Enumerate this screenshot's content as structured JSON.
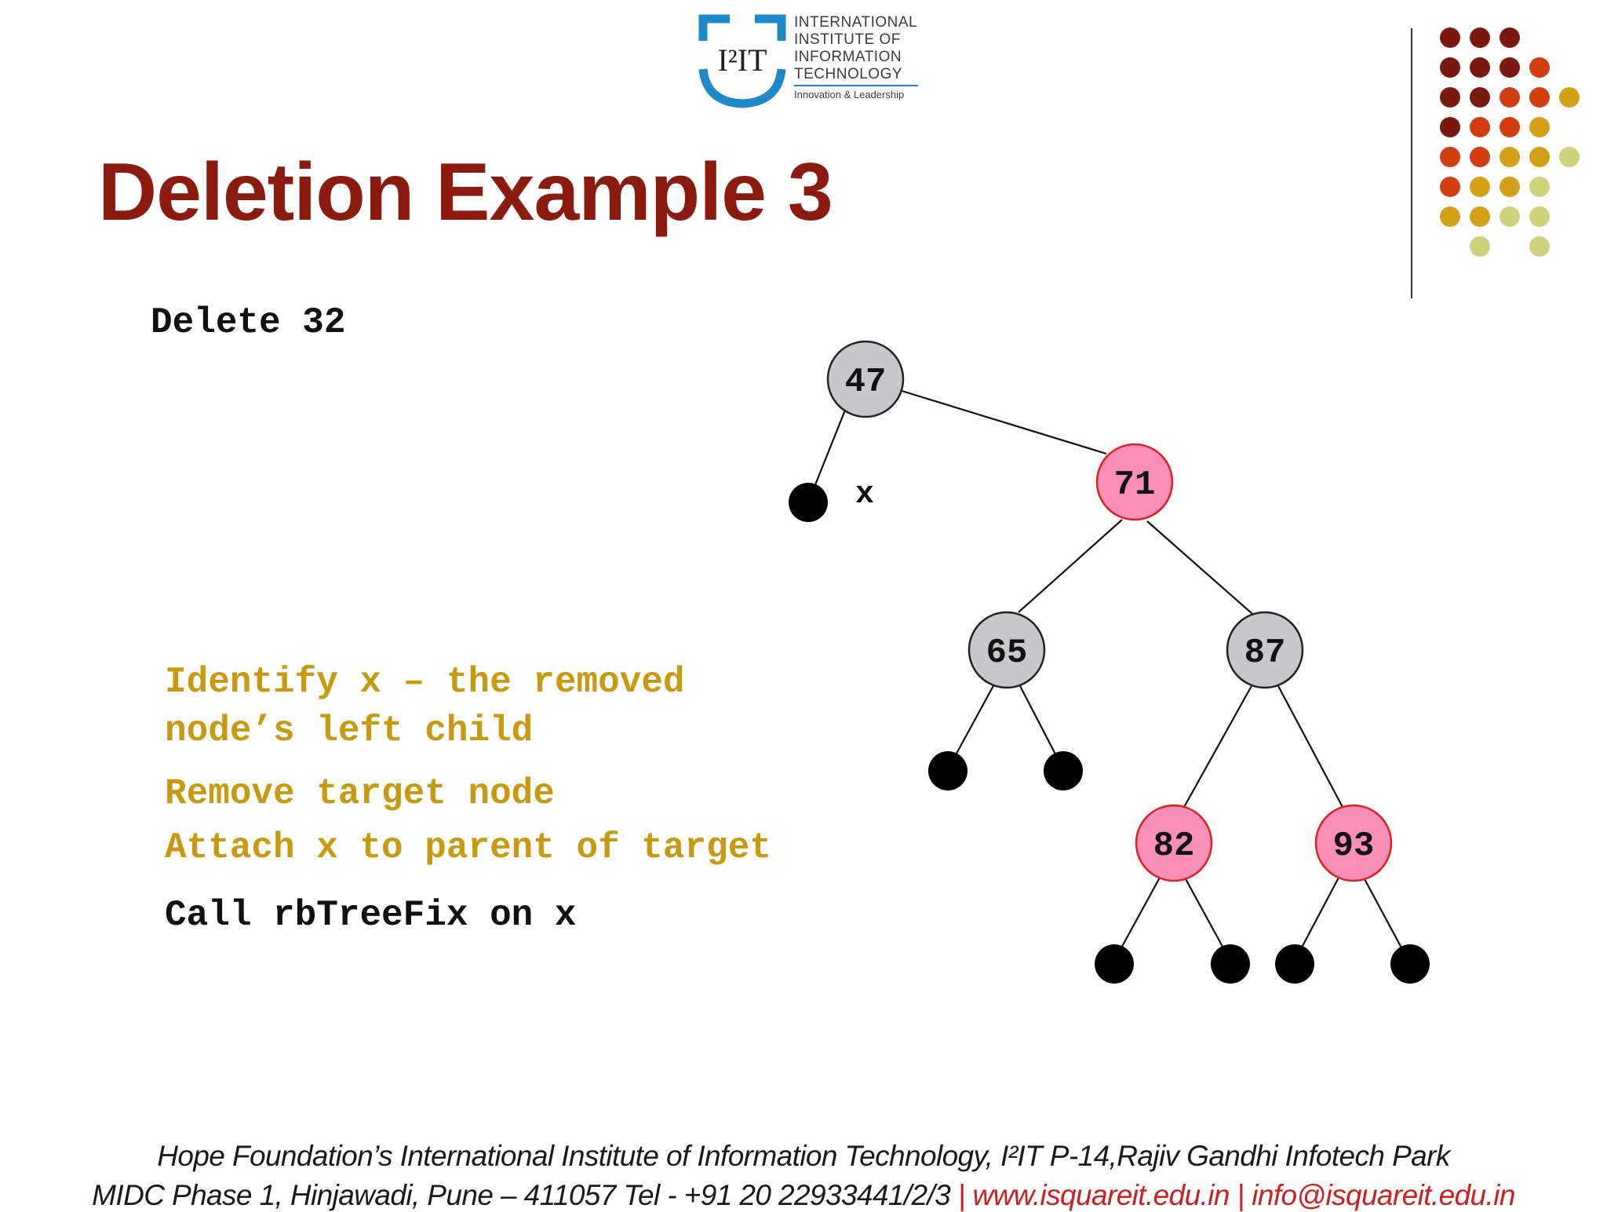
{
  "logo": {
    "mark_text": "I²IT",
    "lines": [
      "INTERNATIONAL",
      "INSTITUTE OF",
      "INFORMATION",
      "TECHNOLOGY"
    ],
    "tagline": "Innovation & Leadership",
    "colors": {
      "blue": "#1e88c9",
      "text": "#3b3b3b"
    }
  },
  "slide": {
    "title": "Deletion Example 3",
    "subtitle": "Delete 32",
    "steps": [
      "Identify x – the removed",
      "node’s left child",
      "Remove target node",
      "Attach x to parent of target"
    ],
    "final_step": "Call rbTreeFix on x",
    "colors": {
      "title": "#8b1a0f",
      "steps": "#c79a12"
    }
  },
  "tree": {
    "colors": {
      "black_node": "#c8c8cc",
      "red_node": "#f98fb8",
      "red_border": "#e02020",
      "nil": "#000000"
    },
    "nodes": [
      {
        "id": "n47",
        "label": "47",
        "color": "black"
      },
      {
        "id": "n71",
        "label": "71",
        "color": "red"
      },
      {
        "id": "n65",
        "label": "65",
        "color": "black"
      },
      {
        "id": "n87",
        "label": "87",
        "color": "black"
      },
      {
        "id": "n82",
        "label": "82",
        "color": "red"
      },
      {
        "id": "n93",
        "label": "93",
        "color": "red"
      }
    ],
    "x_label": "x"
  },
  "decor": {
    "dot_colors": [
      "#7a1a0e",
      "#d23e10",
      "#d4a017",
      "#cfd27a"
    ]
  },
  "footer": {
    "line1": "Hope Foundation’s International Institute of Information Technology, I²IT P-14,Rajiv Gandhi Infotech Park",
    "line2_text": "MIDC Phase 1, Hinjawadi, Pune – 411057 Tel - +91 20 22933441/2/3 ",
    "line2_sep": "|",
    "line2_web": " www.isquareit.edu.in ",
    "line2_email": " info@isquareit.edu.in"
  }
}
